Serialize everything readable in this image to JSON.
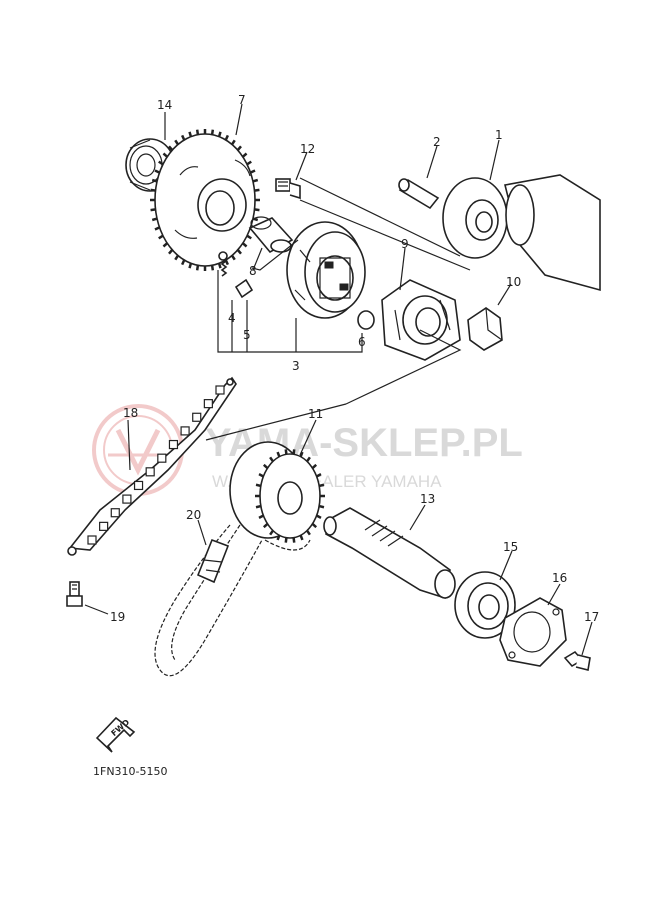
{
  "watermark": {
    "brand": "YAMA-SKLEP.PL",
    "tagline": "W...WICZ | DEALER YAMAHA",
    "logo_color": "#e8a0a0",
    "text_color": "#d9d9d9"
  },
  "diagram_code": "1FN310-5150",
  "fwd_label": "FWD",
  "part_numbers": [
    "1",
    "2",
    "3",
    "4",
    "5",
    "6",
    "7",
    "8",
    "9",
    "10",
    "11",
    "12",
    "13",
    "14",
    "15",
    "16",
    "17",
    "18",
    "19",
    "20"
  ]
}
